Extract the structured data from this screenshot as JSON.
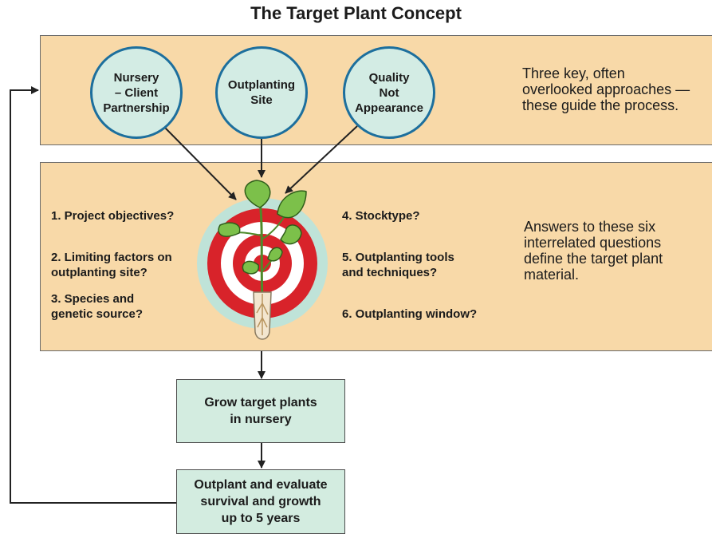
{
  "title": "The Target Plant Concept",
  "approaches": [
    {
      "label": "Nursery\n– Client\nPartnership"
    },
    {
      "label": "Outplanting\nSite"
    },
    {
      "label": "Quality\nNot\nAppearance"
    }
  ],
  "approaches_note": "Three key, often\noverlooked approaches —\nthese guide the process.",
  "questions_left": [
    "1. Project objectives?",
    "2. Limiting factors on\n    outplanting site?",
    "3. Species and\n    genetic source?"
  ],
  "questions_right": [
    "4. Stocktype?",
    "5. Outplanting tools\n    and techniques?",
    "6. Outplanting window?"
  ],
  "questions_note": "Answers to these six\ninterrelated questions\ndefine the target plant\nmaterial.",
  "steps": [
    "Grow target plants\nin nursery",
    "Outplant and evaluate\nsurvival and growth\nup to 5 years"
  ],
  "colors": {
    "band": "#f8d9a8",
    "circle_fill": "#d3ece4",
    "circle_border": "#1d6f9d",
    "box_fill": "#d3ece0",
    "target_red": "#d8232a",
    "leaf_green": "#7cc04a"
  },
  "icons": {
    "target": "bullseye-with-seedling-icon"
  }
}
